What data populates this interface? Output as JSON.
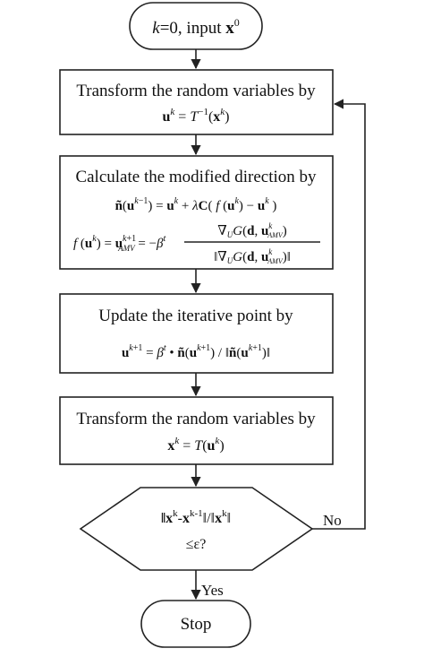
{
  "start": {
    "k": "k",
    "text": "=0, input ",
    "x": "x",
    "sup": "0"
  },
  "step1": {
    "title": "Transform the random variables by"
  },
  "step2": {
    "title": "Calculate the modified direction by"
  },
  "step3": {
    "title": "Update the iterative point by"
  },
  "step4": {
    "title": "Transform the random variables by"
  },
  "decision": {
    "line2": "≤ε?"
  },
  "labels": {
    "no": "No",
    "yes": "Yes"
  },
  "end": {
    "text": "Stop"
  }
}
